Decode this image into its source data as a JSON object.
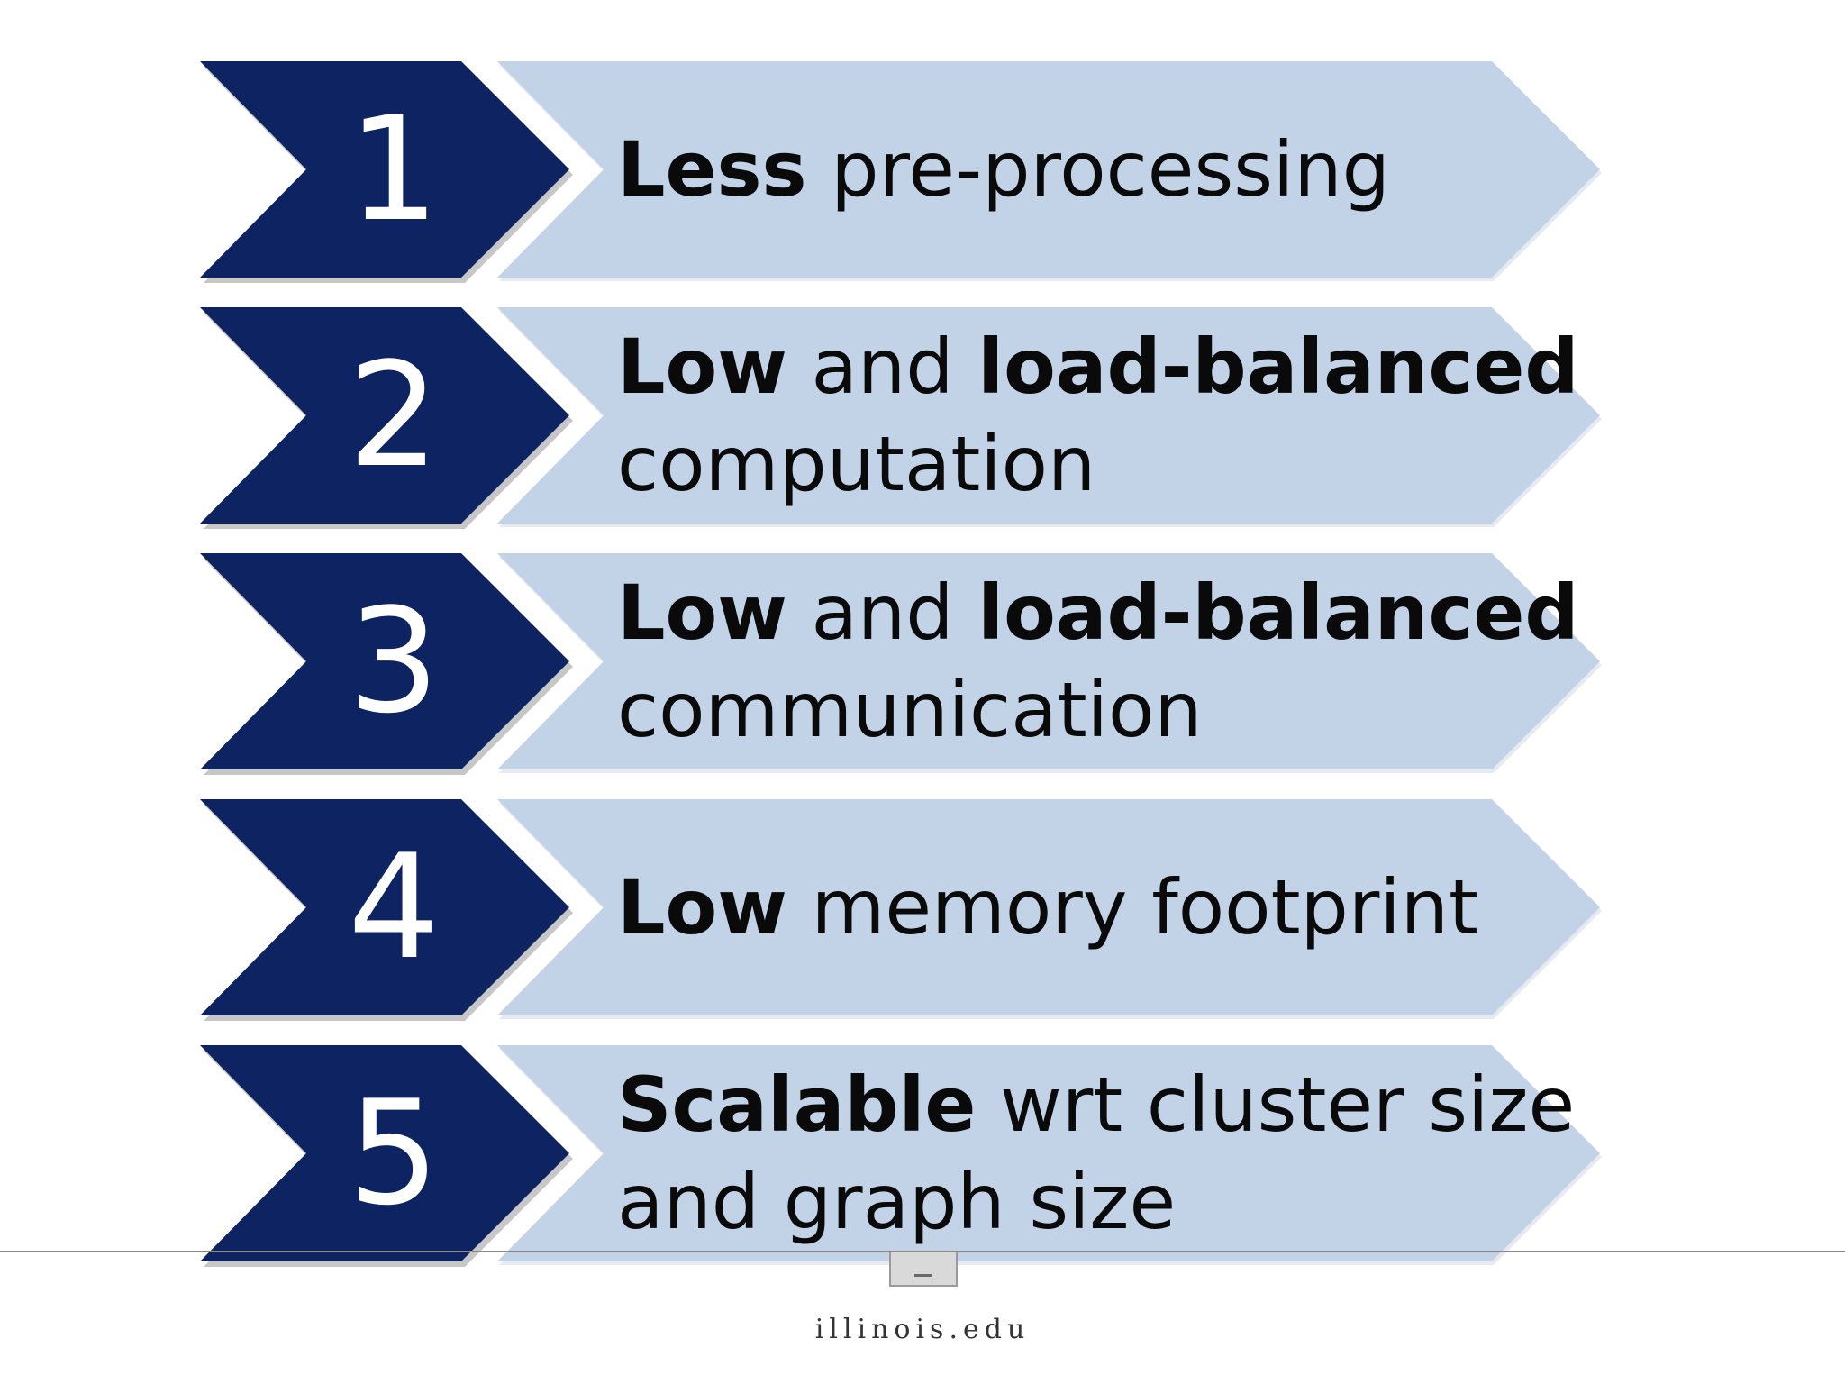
{
  "steps": [
    {
      "number": "1",
      "lines": [
        [
          {
            "t": "Less",
            "b": true
          },
          {
            "t": " pre-processing",
            "b": false
          }
        ]
      ]
    },
    {
      "number": "2",
      "lines": [
        [
          {
            "t": "Low",
            "b": true
          },
          {
            "t": " and ",
            "b": false
          },
          {
            "t": "load-balanced",
            "b": true
          }
        ],
        [
          {
            "t": "computation",
            "b": false
          }
        ]
      ]
    },
    {
      "number": "3",
      "lines": [
        [
          {
            "t": "Low",
            "b": true
          },
          {
            "t": " and ",
            "b": false
          },
          {
            "t": "load-balanced",
            "b": true
          }
        ],
        [
          {
            "t": "communication",
            "b": false
          }
        ]
      ]
    },
    {
      "number": "4",
      "lines": [
        [
          {
            "t": "Low",
            "b": true
          },
          {
            "t": " memory footprint",
            "b": false
          }
        ]
      ]
    },
    {
      "number": "5",
      "lines": [
        [
          {
            "t": "Scalable",
            "b": true
          },
          {
            "t": " wrt cluster size",
            "b": false
          }
        ],
        [
          {
            "t": "and graph size",
            "b": false
          }
        ]
      ]
    }
  ],
  "footer": {
    "url": "illinois.edu"
  },
  "colors": {
    "chevron": "#0d2362",
    "band": "#c2d3e8",
    "text": "#0a0a0a"
  }
}
